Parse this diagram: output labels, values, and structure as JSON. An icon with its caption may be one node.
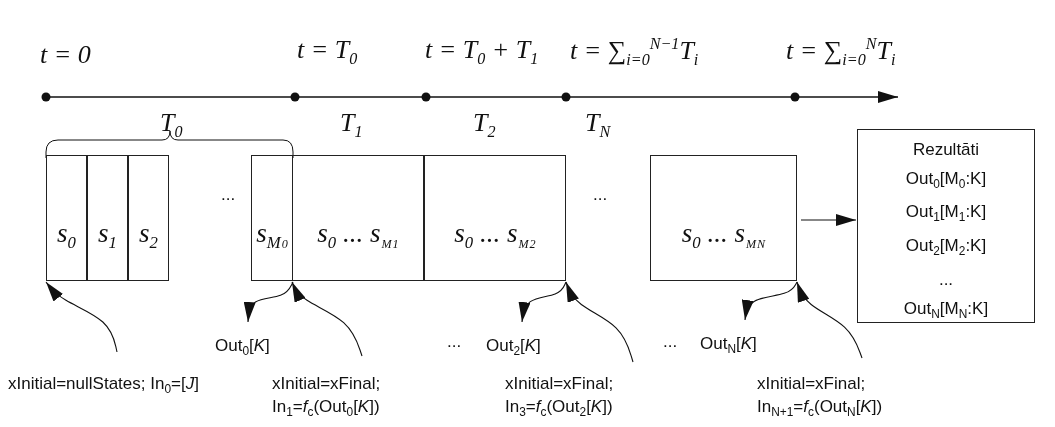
{
  "diagram": {
    "nodes": [
      {
        "text": [
          "s$_{0}$"
        ]
      },
      {
        "text": [
          "s$_{1}$"
        ]
      },
      {
        "text": [
          "s$_{2}$"
        ]
      },
      {
        "text": [
          "s$_{M}$$_{0}$"
        ]
      },
      {
        "text": [
          "s$_{0}$ ... s$_{M}$$_{1}$"
        ]
      },
      {
        "text": [
          "s$_{0}$ ... s$_{M}$$_{2}$"
        ]
      },
      {
        "text": [
          "s$_{0}$ ... s$_{M}$$_{N}$"
        ]
      },
      {
        "text": [
          "Rezultāti",
          "Out$_{0}$[M$_{0}$:K]",
          "Out$_{1}$[M$_{1}$:K]",
          "Out$_{2}$[M$_{2}$:K]",
          "...",
          "Out$_{N}$[M$_{N}$:K]"
        ]
      },
      {
        "text": [
          "xInitial=nullStates; In$_{0}$=[*J*]"
        ]
      },
      {
        "text": [
          "Out$_{0}$[*K*]"
        ]
      },
      {
        "text": [
          "xInitial=xFinal; In$_{1}$=*f*$_{c}$(Out$_{0}$[*K*])"
        ]
      },
      {
        "text": [
          "Out$_{2}$[*K*]"
        ]
      },
      {
        "text": [
          "xInitial=xFinal; In$_{3}$=*f*$_{c}$(Out$_{2}$[*K*])"
        ]
      },
      {
        "text": [
          "Out$_{N}$[*K*]"
        ]
      },
      {
        "text": [
          "xInitial=xFinal; In$_{N+1}$=*f*$_{c}$(Out$_{N}$[*K*])"
        ]
      }
    ],
    "edges": [
      {
        "from": 8,
        "to": 0,
        "arrow": "to"
      },
      {
        "from": 3,
        "to": 9,
        "arrow": "to"
      },
      {
        "from": 10,
        "to": 4,
        "arrow": "to"
      },
      {
        "from": 5,
        "to": 11,
        "arrow": "to"
      },
      {
        "from": 12,
        "to": 5,
        "arrow": "to"
      },
      {
        "from": 6,
        "to": 13,
        "arrow": "to"
      },
      {
        "from": 14,
        "to": 6,
        "arrow": "to"
      },
      {
        "from": 6,
        "to": 7,
        "arrow": "to"
      }
    ],
    "labels": [
      "t = 0",
      "t = T$_{0}$",
      "t = T$_{0}$ + T$_{1}$",
      "t = ∑$_{i=0}$$^{N−1}$T$_{i}$",
      "t = ∑$_{i=0}$$^{N}$T$_{i}$",
      "T$_{0}$",
      "T$_{1}$",
      "T$_{2}$",
      "T$_{N}$",
      "...",
      "...",
      "...",
      "..."
    ]
  }
}
